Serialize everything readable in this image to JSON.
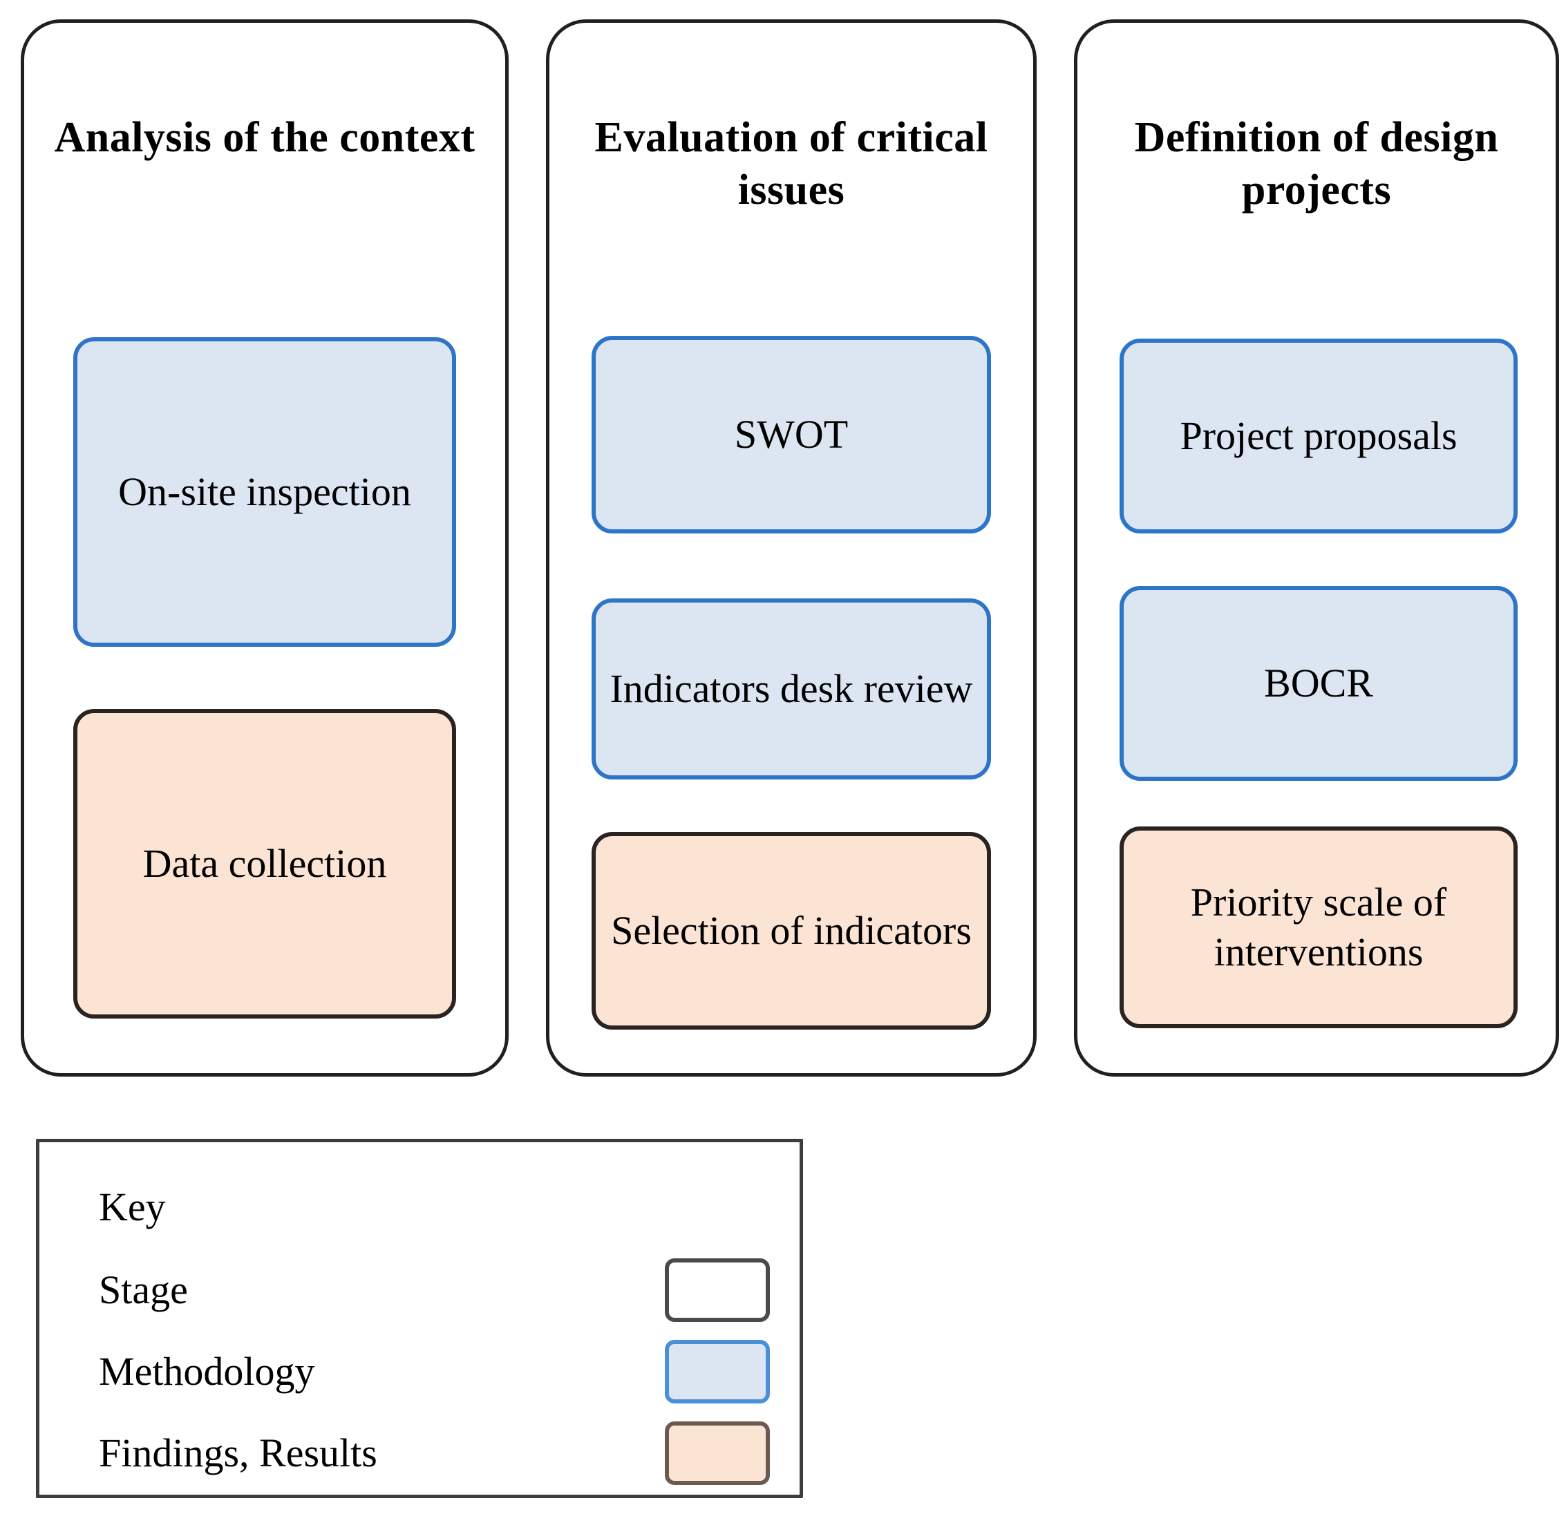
{
  "diagram": {
    "type": "process-stage-flow",
    "stages": [
      {
        "title": "Analysis of the context",
        "items": [
          {
            "label": "On-site inspection",
            "category": "Methodology"
          },
          {
            "label": "Data collection",
            "category": "Findings, Results"
          }
        ]
      },
      {
        "title": "Evaluation of critical issues",
        "items": [
          {
            "label": "SWOT",
            "category": "Methodology"
          },
          {
            "label": "Indicators desk review",
            "category": "Methodology"
          },
          {
            "label": "Selection of indicators",
            "category": "Findings, Results"
          }
        ]
      },
      {
        "title": "Definition of design projects",
        "items": [
          {
            "label": "Project proposals",
            "category": "Methodology"
          },
          {
            "label": "BOCR",
            "category": "Methodology"
          },
          {
            "label": "Priority scale of interventions",
            "category": "Findings, Results"
          }
        ]
      }
    ]
  },
  "legend": {
    "heading": "Key",
    "entries": [
      {
        "label": "Stage",
        "swatch": "stage"
      },
      {
        "label": "Methodology",
        "swatch": "methodology"
      },
      {
        "label": "Findings, Results",
        "swatch": "findings"
      }
    ]
  },
  "colors": {
    "stage_border": "#231f20",
    "methodology_fill": "#DCE6F2",
    "methodology_border": "#2E75C8",
    "findings_fill": "#FCE4D4",
    "findings_border": "#2b2320",
    "legend_border": "#3d3d3d",
    "text": "#000000",
    "background": "#ffffff"
  }
}
